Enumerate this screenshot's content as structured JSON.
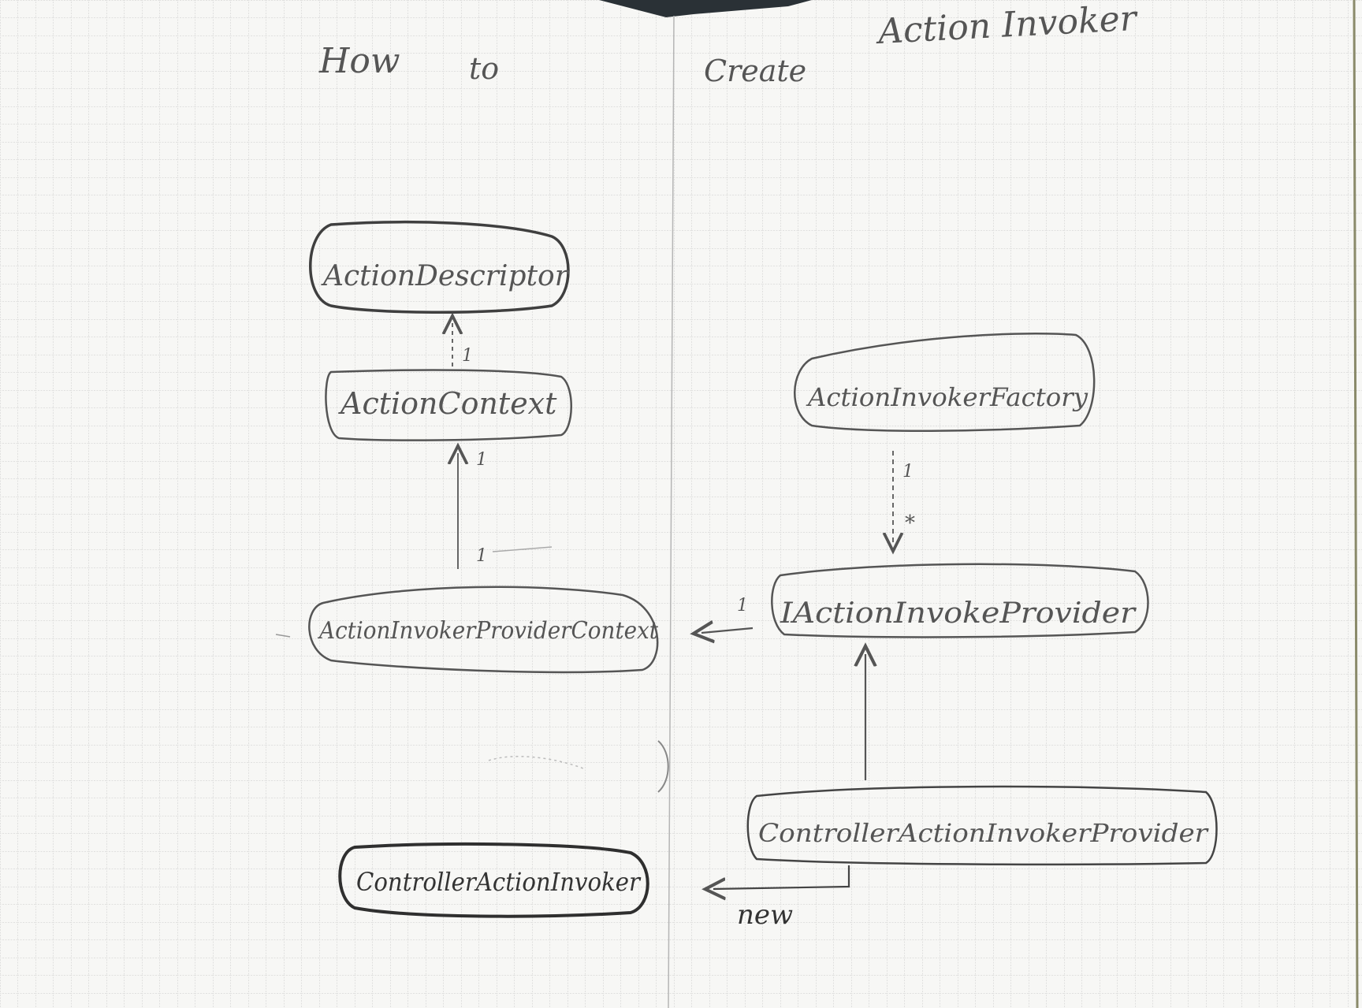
{
  "title": {
    "words": [
      "How",
      "to",
      "Create",
      "Action Invoker"
    ]
  },
  "nodes": {
    "action_descriptor": "ActionDescriptor",
    "action_context": "ActionContext",
    "action_invoker_provider_context": "ActionInvokerProviderContext",
    "controller_action_invoker": "ControllerActionInvoker",
    "action_invoker_factory": "ActionInvokerFactory",
    "i_action_invoker_provider": "IActionInvokeProvider",
    "controller_action_invoker_provider": "ControllerActionInvokerProvider"
  },
  "edge_labels": {
    "descriptor_context_multiplicity": "1",
    "context_provider_context_top": "1",
    "context_provider_context_bottom": "1",
    "provider_context_interface_multiplicity": "1",
    "factory_interface_top": "1",
    "factory_interface_bottom": "*",
    "new_label": "new"
  },
  "colors": {
    "paper": "#f7f7f5",
    "grid": "#c9c9c9",
    "ink": "#4a4a4a",
    "ink_light": "#7a7a7a",
    "binding": "#2a3136"
  }
}
